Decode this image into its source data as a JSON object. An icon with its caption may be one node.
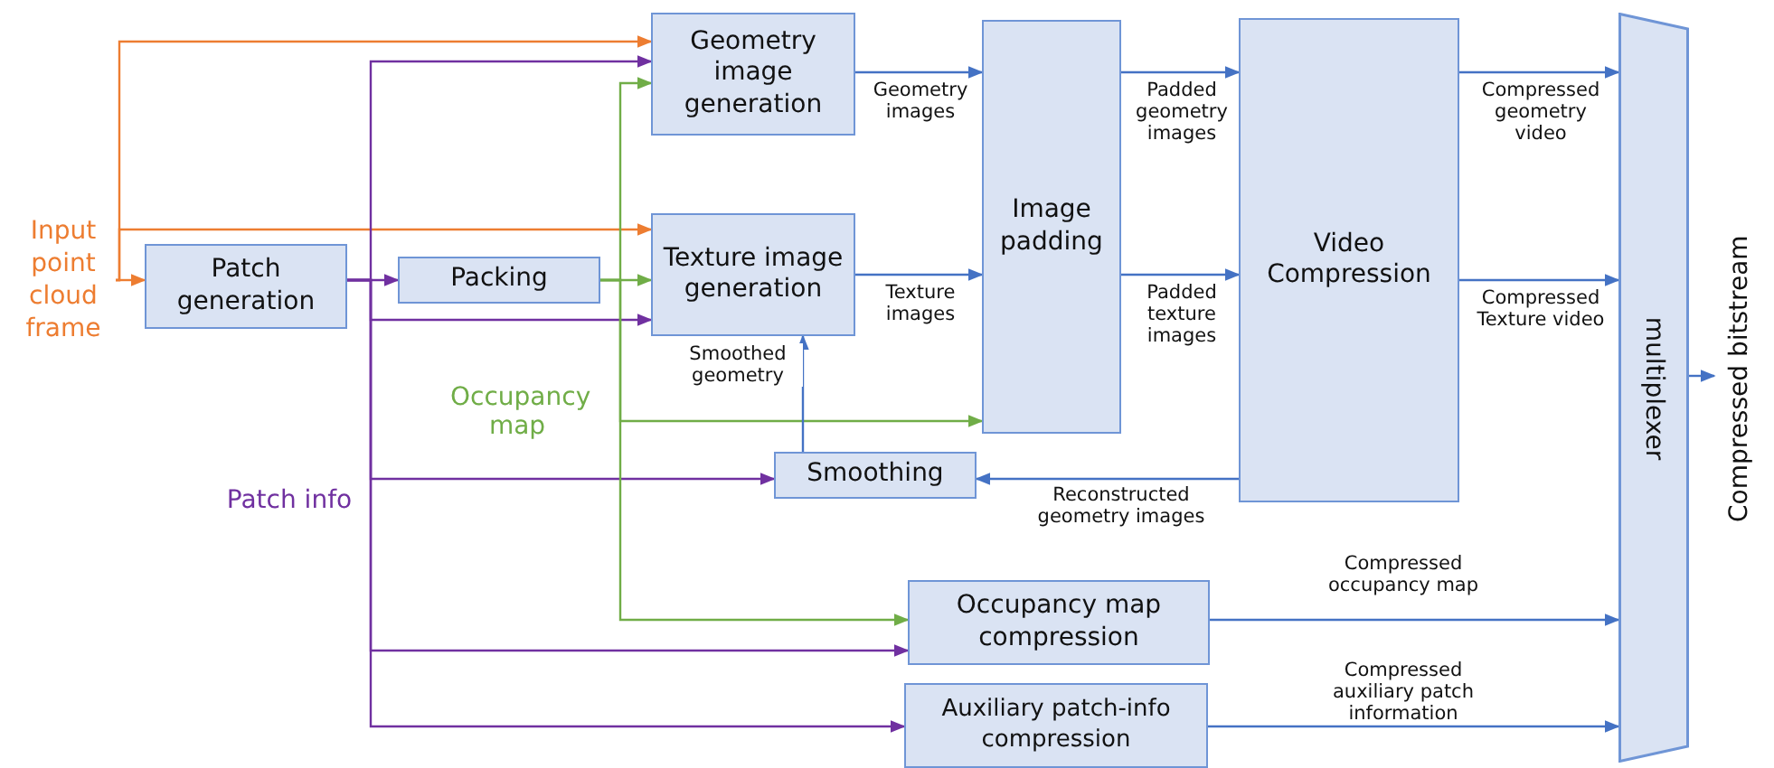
{
  "diagram": {
    "nodes": [
      {
        "text": [
          "Input point cloud frame"
        ]
      },
      {
        "text": [
          "Patch generation"
        ]
      },
      {
        "text": [
          "Packing"
        ]
      },
      {
        "text": [
          "Geometry image generation"
        ]
      },
      {
        "text": [
          "Texture image generation"
        ]
      },
      {
        "text": [
          "Image padding"
        ]
      },
      {
        "text": [
          "Video Compression"
        ]
      },
      {
        "text": [
          "Smoothing"
        ]
      },
      {
        "text": [
          "Occupancy map compression"
        ]
      },
      {
        "text": [
          "Auxiliary patch-info compression"
        ]
      },
      {
        "text": [
          "multiplexer"
        ]
      },
      {
        "text": [
          "Compressed bitstream"
        ]
      }
    ],
    "edges": [
      {
        "from": 0,
        "to": 1,
        "arrow": "to",
        "color": "#ed7d31"
      },
      {
        "from": 0,
        "to": 3,
        "arrow": "to",
        "color": "#ed7d31"
      },
      {
        "from": 0,
        "to": 4,
        "arrow": "to",
        "color": "#ed7d31"
      },
      {
        "from": 1,
        "to": 2,
        "arrow": "to",
        "color": "#7030a0"
      },
      {
        "from": 1,
        "to": 3,
        "arrow": "to",
        "color": "#7030a0"
      },
      {
        "from": 1,
        "to": 4,
        "arrow": "to",
        "color": "#7030a0"
      },
      {
        "from": 1,
        "to": 7,
        "arrow": "to",
        "color": "#7030a0",
        "label": "Patch info"
      },
      {
        "from": 1,
        "to": 8,
        "arrow": "to",
        "color": "#7030a0"
      },
      {
        "from": 1,
        "to": 9,
        "arrow": "to",
        "color": "#7030a0"
      },
      {
        "from": 2,
        "to": 3,
        "arrow": "to",
        "color": "#70ad47"
      },
      {
        "from": 2,
        "to": 4,
        "arrow": "to",
        "color": "#70ad47"
      },
      {
        "from": 2,
        "to": 5,
        "arrow": "to",
        "color": "#70ad47",
        "label": "Occupancy map"
      },
      {
        "from": 2,
        "to": 8,
        "arrow": "to",
        "color": "#70ad47"
      },
      {
        "from": 3,
        "to": 5,
        "arrow": "to",
        "label": "Geometry images"
      },
      {
        "from": 4,
        "to": 5,
        "arrow": "to",
        "label": "Texture images"
      },
      {
        "from": 5,
        "to": 6,
        "arrow": "to",
        "label": "Padded geometry images"
      },
      {
        "from": 5,
        "to": 6,
        "arrow": "to",
        "label": "Padded texture images"
      },
      {
        "from": 6,
        "to": 7,
        "arrow": "to",
        "label": "Reconstructed geometry images"
      },
      {
        "from": 7,
        "to": 4,
        "arrow": "to",
        "label": "Smoothed geometry"
      },
      {
        "from": 6,
        "to": 10,
        "arrow": "to",
        "label": "Compressed geometry video"
      },
      {
        "from": 6,
        "to": 10,
        "arrow": "to",
        "label": "Compressed Texture video"
      },
      {
        "from": 8,
        "to": 10,
        "arrow": "to",
        "label": "Compressed occupancy map"
      },
      {
        "from": 9,
        "to": 10,
        "arrow": "to",
        "label": "Compressed auxiliary patch information"
      },
      {
        "from": 10,
        "to": 11,
        "arrow": "to"
      }
    ]
  }
}
